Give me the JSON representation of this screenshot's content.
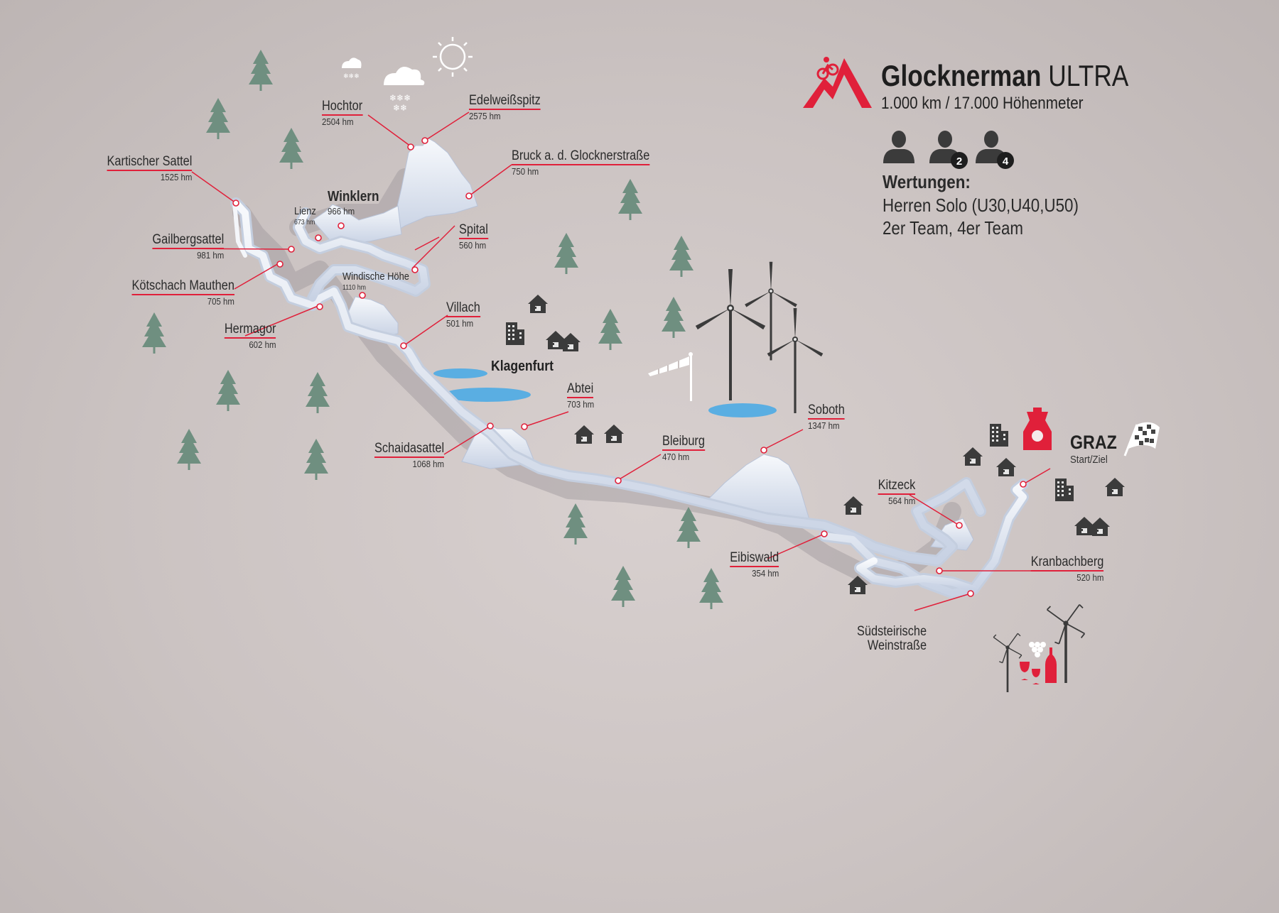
{
  "title": {
    "name_bold": "Glocknerman",
    "name_light": " ULTRA",
    "subtitle": "1.000 km / 17.000 Höhenmeter"
  },
  "categories": {
    "heading": "Wertungen:",
    "line1": "Herren Solo (U30,U40,U50)",
    "line2": "2er Team, 4er Team",
    "team_badges": [
      "2",
      "4"
    ]
  },
  "colors": {
    "accent": "#e0203a",
    "background": "#c9c1c0",
    "trees": "#6f8f80",
    "lakes": "#5aaee2",
    "icons": "#3b3b3b",
    "route": "#eef1f6"
  },
  "points": [
    {
      "name": "Kartischer Sattel",
      "hm": "1525 hm"
    },
    {
      "name": "Gailbergsattel",
      "hm": "981 hm"
    },
    {
      "name": "Kötschach Mauthen",
      "hm": "705 hm"
    },
    {
      "name": "Hermagor",
      "hm": "602 hm"
    },
    {
      "name": "Hochtor",
      "hm": "2504 hm"
    },
    {
      "name": "Edelweißspitz",
      "hm": "2575 hm"
    },
    {
      "name": "Bruck a. d. Glocknerstraße",
      "hm": "750 hm"
    },
    {
      "name": "Winklern",
      "hm": "966 hm"
    },
    {
      "name": "Lienz",
      "hm": "673 hm"
    },
    {
      "name": "Spital",
      "hm": "560 hm"
    },
    {
      "name": "Windische Höhe",
      "hm": "1110 hm"
    },
    {
      "name": "Villach",
      "hm": "501 hm"
    },
    {
      "name": "Abtei",
      "hm": "703 hm"
    },
    {
      "name": "Schaidasattel",
      "hm": "1068 hm"
    },
    {
      "name": "Bleiburg",
      "hm": "470 hm"
    },
    {
      "name": "Soboth",
      "hm": "1347 hm"
    },
    {
      "name": "Eibiswald",
      "hm": "354 hm"
    },
    {
      "name": "Kitzeck",
      "hm": "564 hm"
    },
    {
      "name": "Kranbachberg",
      "hm": "520 hm"
    },
    {
      "name": "Südsteirische\nWeinstraße",
      "hm": ""
    }
  ],
  "cities": {
    "klagenfurt": "Klagenfurt",
    "graz": "GRAZ",
    "graz_sub": "Start/Ziel"
  },
  "icons": [
    "logo-mountain-cyclist-icon",
    "sun-icon",
    "snow-cloud-icon",
    "tree-icon",
    "house-icon",
    "building-icon",
    "wind-turbine-icon",
    "windsock-icon",
    "lake-icon",
    "finish-flag-icon",
    "clock-tower-icon",
    "windmill-icon",
    "grapes-icon",
    "wine-bottle-icon",
    "wine-glass-icon",
    "person-icon"
  ]
}
